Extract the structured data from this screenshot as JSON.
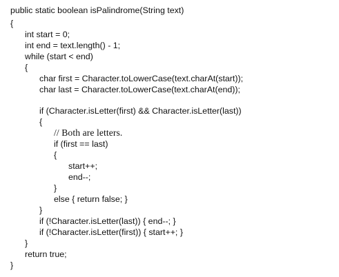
{
  "code": {
    "lines": [
      "public static boolean isPalindrome(String text)",
      "{",
      "int start = 0;",
      "int end = text.length() - 1;",
      "while (start < end)",
      "{",
      "char first = Character.toLowerCase(text.charAt(start));",
      "char last = Character.toLowerCase(text.charAt(end));",
      "if (Character.isLetter(first) && Character.isLetter(last))",
      "{",
      "// Both are letters.",
      "if (first == last)",
      "{",
      "start++;",
      "end--;",
      "}",
      "else { return false; }",
      "}",
      "if (!Character.isLetter(last)) { end--; }",
      "if (!Character.isLetter(first)) { start++; }",
      "}",
      "return true;",
      "}"
    ]
  }
}
